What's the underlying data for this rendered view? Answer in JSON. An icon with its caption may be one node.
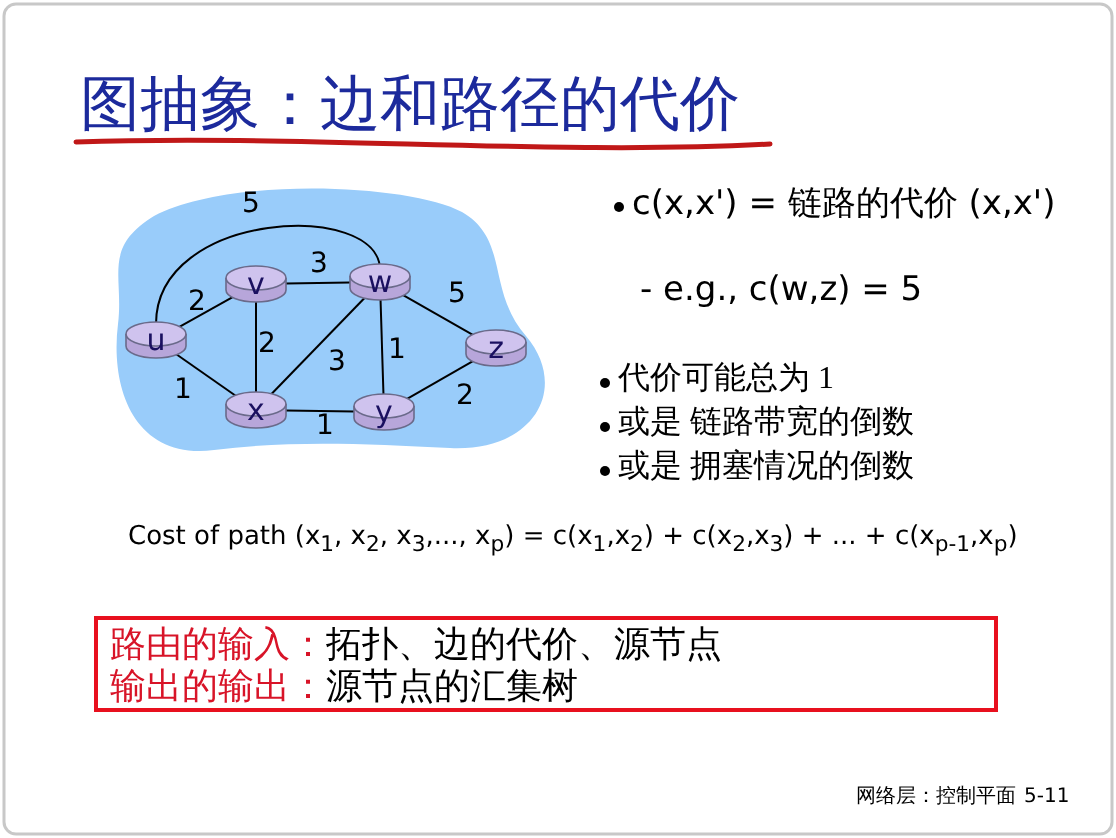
{
  "diagram": {
    "title": "图抽象：边和路径的代价",
    "nodes": [
      {
        "text": [],
        "shape": "cloud"
      },
      {
        "text": [
          "u"
        ],
        "in": 0
      },
      {
        "text": [
          "v"
        ],
        "in": 0
      },
      {
        "text": [
          "w"
        ],
        "in": 0
      },
      {
        "text": [
          "z"
        ],
        "in": 0
      },
      {
        "text": [
          "x"
        ],
        "in": 0
      },
      {
        "text": [
          "y"
        ],
        "in": 0
      },
      {
        "text": [
          "路由的输入：",
          "拓扑、边的代价、源节点",
          "输出的输出：",
          "源节点的汇集树"
        ]
      }
    ],
    "edges": [
      {
        "from": 1,
        "to": 3,
        "arrow": "none",
        "label": "5"
      },
      {
        "from": 2,
        "to": 3,
        "arrow": "none",
        "label": "3"
      },
      {
        "from": 1,
        "to": 2,
        "arrow": "none",
        "label": "2"
      },
      {
        "from": 3,
        "to": 4,
        "arrow": "none",
        "label": "5"
      },
      {
        "from": 2,
        "to": 5,
        "arrow": "none",
        "label": "2"
      },
      {
        "from": 5,
        "to": 3,
        "arrow": "none",
        "label": "3"
      },
      {
        "from": 3,
        "to": 6,
        "arrow": "none",
        "label": "1"
      },
      {
        "from": 1,
        "to": 5,
        "arrow": "none",
        "label": "1"
      },
      {
        "from": 5,
        "to": 6,
        "arrow": "none",
        "label": "1"
      },
      {
        "from": 6,
        "to": 4,
        "arrow": "none",
        "label": "2"
      }
    ],
    "labels": [
      "c(x,x') = 链路的代价 (x,x')",
      "- e.g., c(w,z) = 5",
      "代价可能总为 1",
      "或是 链路带宽的倒数",
      "或是 拥塞情况的倒数",
      "Cost of path (x$_{1}$, x$_{2}$, x$_{3}$,..., x$_{p}$) = c(x$_{1}$,x$_{2}$) + c(x$_{2}$,x$_{3}$) + ... + c(x$_{p-1}$,x$_{p}$)",
      "网络层：控制平面",
      "5-11"
    ]
  }
}
